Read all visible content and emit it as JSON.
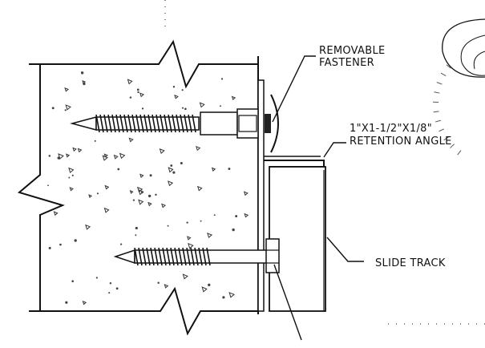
{
  "labels": {
    "fastener_line1": "REMOVABLE",
    "fastener_line2": "FASTENER",
    "angle_line1": "1\"X1-1/2\"X1/8\"",
    "angle_line2": "RETENTION ANGLE",
    "track": "SLIDE TRACK"
  },
  "icons": [
    "concrete-hatch",
    "lag-screw-icon",
    "bolt-head-icon",
    "washer-icon",
    "break-line-icon",
    "partial-circle-detail-icon"
  ]
}
